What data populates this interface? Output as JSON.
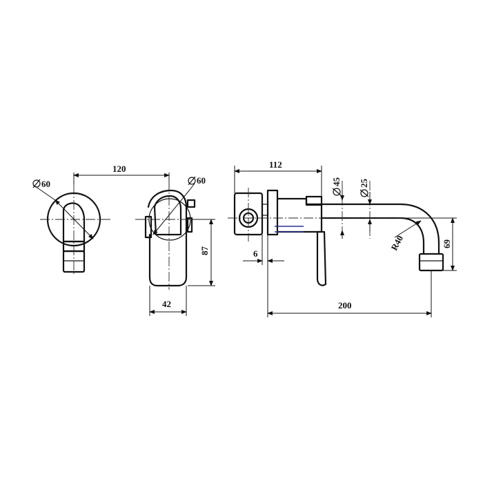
{
  "drawing": {
    "type": "technical-dimension-drawing",
    "views": {
      "wall_plate_front": {
        "diameter_label": "60"
      },
      "mixer_front": {
        "diameter_label": "60",
        "height_label": "87",
        "width_label": "42"
      },
      "spacing_label": "120",
      "side_view": {
        "depth_label": "112",
        "diameter_label_1": "45",
        "diameter_label_2": "25",
        "offset_label": "6",
        "radius_label": "R40",
        "spout_reach_label": "200",
        "spout_drop_label": "69"
      }
    },
    "symbols": {
      "diameter": "⌀"
    }
  }
}
